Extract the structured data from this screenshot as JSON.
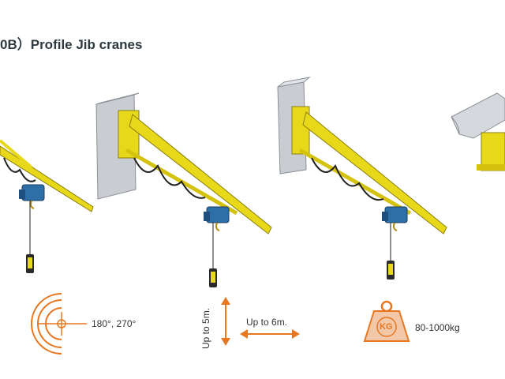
{
  "title": "0B）Profile Jib cranes",
  "specs": {
    "rotation": "180°, 270°",
    "height": "Up to 5m.",
    "length": "Up to 6m.",
    "capacity_unit": "KG",
    "capacity": "80-1000kg"
  },
  "colors": {
    "accent": "#e87722",
    "jib": "#e8d81a",
    "hoist": "#2e6fa8",
    "concrete": "#c9cdd2"
  },
  "icons": [
    "rotation-icon",
    "height-arrow-icon",
    "length-arrow-icon",
    "weight-icon"
  ]
}
